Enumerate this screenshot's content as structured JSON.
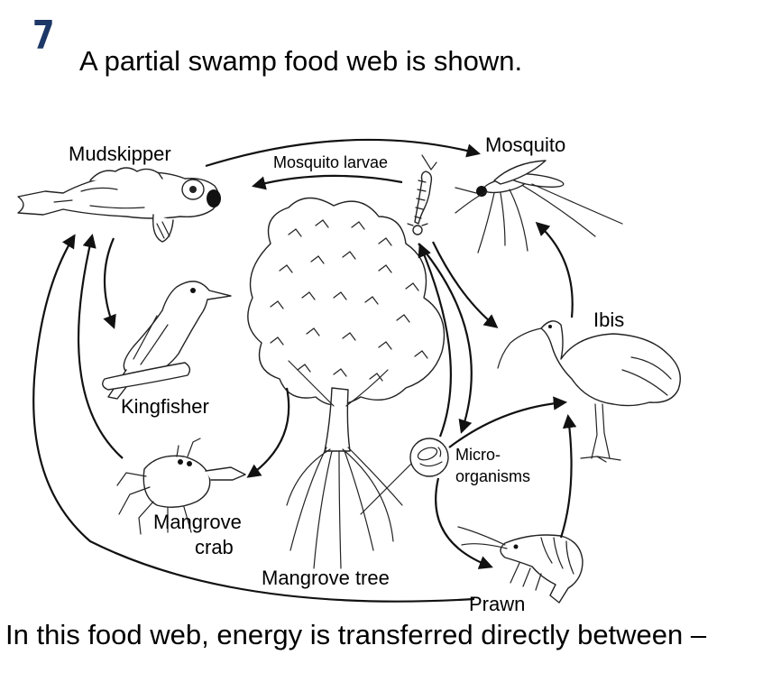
{
  "question": {
    "number": "7",
    "stem": "A partial swamp food web is shown.",
    "prompt": "In this food web, energy is transferred directly between –"
  },
  "organisms": {
    "mudskipper": "Mudskipper",
    "mosquito_larvae": "Mosquito larvae",
    "mosquito": "Mosquito",
    "ibis": "Ibis",
    "kingfisher": "Kingfisher",
    "micro_1": "Micro-",
    "micro_2": "organisms",
    "mangrove_crab_1": "Mangrove",
    "mangrove_crab_2": "crab",
    "mangrove_tree": "Mangrove tree",
    "prawn": "Prawn"
  }
}
